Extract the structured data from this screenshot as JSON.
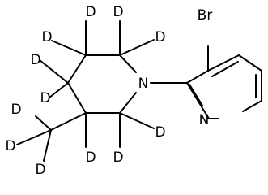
{
  "molecule": {
    "atoms": [
      {
        "id": "br",
        "label": "Br"
      },
      {
        "id": "n_pip",
        "label": "N"
      },
      {
        "id": "n_pyr",
        "label": "N"
      },
      {
        "id": "d1",
        "label": "D"
      },
      {
        "id": "d2",
        "label": "D"
      },
      {
        "id": "d3",
        "label": "D"
      },
      {
        "id": "d4",
        "label": "D"
      },
      {
        "id": "d5",
        "label": "D"
      },
      {
        "id": "d6",
        "label": "D"
      },
      {
        "id": "d7",
        "label": "D"
      },
      {
        "id": "d8",
        "label": "D"
      },
      {
        "id": "d9",
        "label": "D"
      },
      {
        "id": "d10",
        "label": "D"
      },
      {
        "id": "d11",
        "label": "D"
      },
      {
        "id": "d12",
        "label": "D"
      }
    ]
  }
}
